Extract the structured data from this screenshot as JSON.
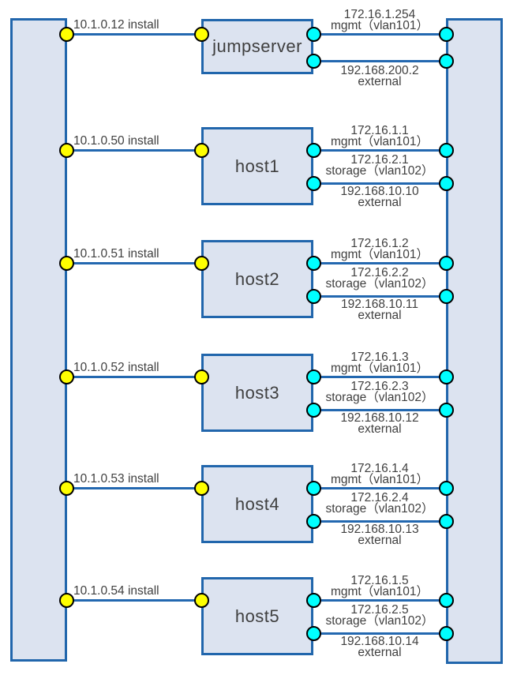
{
  "colors": {
    "line_blue": "#2368b0",
    "border_blue": "#2166ac",
    "shape_fill": "#dce3f0",
    "install_port": "#ffff00",
    "network_port": "#00ffff",
    "label_text": "#404040"
  },
  "nodes": [
    {
      "name": "jumpserver",
      "install": "10.1.0.12 install",
      "mgmt_ip": "172.16.1.254",
      "mgmt_label": "mgmt（vlan101）",
      "external_ip": "192.168.200.2",
      "external_label": "external"
    },
    {
      "name": "host1",
      "install": "10.1.0.50 install",
      "mgmt_ip": "172.16.1.1",
      "mgmt_label": "mgmt（vlan101）",
      "storage_ip": "172.16.2.1",
      "storage_label": "storage（vlan102）",
      "external_ip": "192.168.10.10",
      "external_label": "external"
    },
    {
      "name": "host2",
      "install": "10.1.0.51 install",
      "mgmt_ip": "172.16.1.2",
      "mgmt_label": "mgmt（vlan101）",
      "storage_ip": "172.16.2.2",
      "storage_label": "storage（vlan102）",
      "external_ip": "192.168.10.11",
      "external_label": "external"
    },
    {
      "name": "host3",
      "install": "10.1.0.52 install",
      "mgmt_ip": "172.16.1.3",
      "mgmt_label": "mgmt（vlan101）",
      "storage_ip": "172.16.2.3",
      "storage_label": "storage（vlan102）",
      "external_ip": "192.168.10.12",
      "external_label": "external"
    },
    {
      "name": "host4",
      "install": "10.1.0.53 install",
      "mgmt_ip": "172.16.1.4",
      "mgmt_label": "mgmt（vlan101）",
      "storage_ip": "172.16.2.4",
      "storage_label": "storage（vlan102）",
      "external_ip": "192.168.10.13",
      "external_label": "external"
    },
    {
      "name": "host5",
      "install": "10.1.0.54 install",
      "mgmt_ip": "172.16.1.5",
      "mgmt_label": "mgmt（vlan101）",
      "storage_ip": "172.16.2.5",
      "storage_label": "storage（vlan102）",
      "external_ip": "192.168.10.14",
      "external_label": "external"
    }
  ]
}
